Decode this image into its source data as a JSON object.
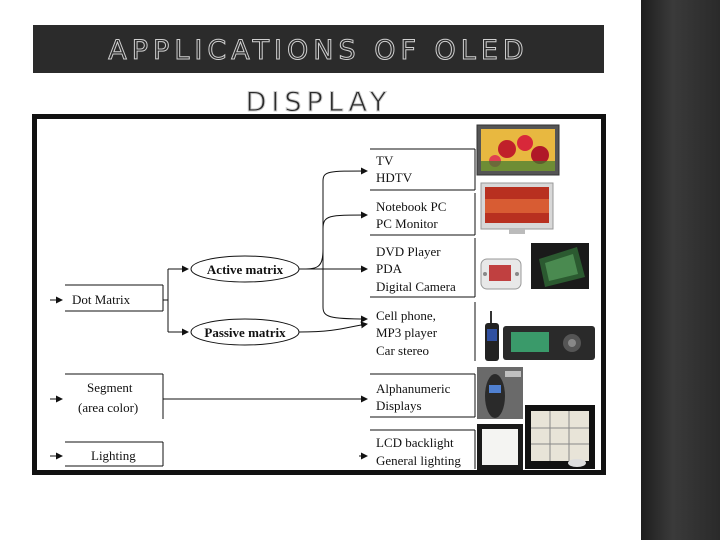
{
  "slide": {
    "title": "APPLICATIONS OF OLED DISPLAY"
  },
  "diagram": {
    "sources": {
      "dot_matrix": "Dot Matrix",
      "segment": [
        "Segment",
        "(area color)"
      ],
      "lighting": "Lighting"
    },
    "matrix_types": {
      "active": "Active matrix",
      "passive": "Passive matrix"
    },
    "applications": {
      "tv": [
        "TV",
        "HDTV"
      ],
      "pc": [
        "Notebook PC",
        "PC Monitor"
      ],
      "dvd": [
        "DVD Player",
        "PDA",
        "Digital Camera"
      ],
      "cell": [
        "Cell phone,",
        "MP3 player",
        "Car stereo"
      ],
      "alpha": [
        "Alphanumeric",
        "Displays"
      ],
      "lcd": [
        "LCD backlight",
        "General lighting"
      ]
    },
    "photos": [
      "tv-photo",
      "monitor-photo",
      "dvd-player-photo",
      "pda-photo",
      "cellphone-photo",
      "car-stereo-photo",
      "shaver-display-photo",
      "backlight-panel-photo",
      "lighting-tiles-photo"
    ],
    "colors": {
      "title_bar": "#2b2b2b",
      "frame": "#111111",
      "right_band": "#2f2f2f"
    }
  }
}
